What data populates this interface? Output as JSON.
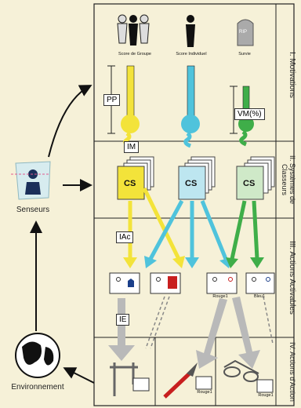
{
  "sections": [
    "I. Motivations",
    "II. Systèmes de Classeurs",
    "III. Actions Activables",
    "IV. Actions d'Action"
  ],
  "motivation_labels": [
    "Score de Groupe",
    "Score Individuel",
    "Survie"
  ],
  "tombstone_text": "RIP",
  "labels": {
    "pp": "PP",
    "im": "IM",
    "vm": "VM(%)",
    "iac": "IAc",
    "ie": "IE",
    "cs": "CS"
  },
  "action_sublabels": [
    "Rouge1",
    "Bleu1"
  ],
  "effect_sublabels": [
    "Rouge1",
    "Rouge1"
  ],
  "sensors_label": "Senseurs",
  "environment_label": "Environnement",
  "colors": {
    "background": "#f6f1d8",
    "yellow": "#f3e33a",
    "cyan": "#4fc3dc",
    "green": "#3fae49",
    "grey_arrow": "#b9b9b9",
    "line": "#333333"
  }
}
